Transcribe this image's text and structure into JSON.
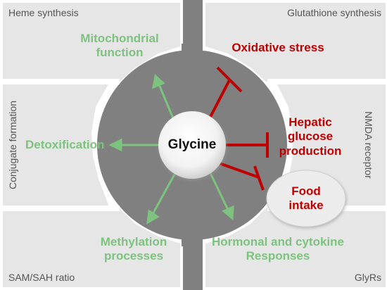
{
  "center": {
    "label": "Glycine"
  },
  "sectors": {
    "top_left": "Heme synthesis",
    "top_right": "Glutathione synthesis",
    "left": "Conjugate formation",
    "right": "NMDA receptor",
    "bottom_left": "SAM/SAH ratio",
    "bottom_right": "GlyRs"
  },
  "promoted_effects": {
    "mitochondrial": [
      "Mitochondrial",
      "function"
    ],
    "detoxification": "Detoxification",
    "methylation": [
      "Methylation",
      "processes"
    ],
    "hormonal": [
      "Hormonal and cytokine",
      "Responses"
    ]
  },
  "inhibited_effects": {
    "oxidative": "Oxidative stress",
    "hepatic": [
      "Hepatic",
      "glucose",
      "production"
    ],
    "food": [
      "Food",
      "intake"
    ]
  },
  "colors": {
    "promote": "#7dc27f",
    "inhibit": "#c00000",
    "panel": "#e6e6e6",
    "ring": "#808080"
  }
}
